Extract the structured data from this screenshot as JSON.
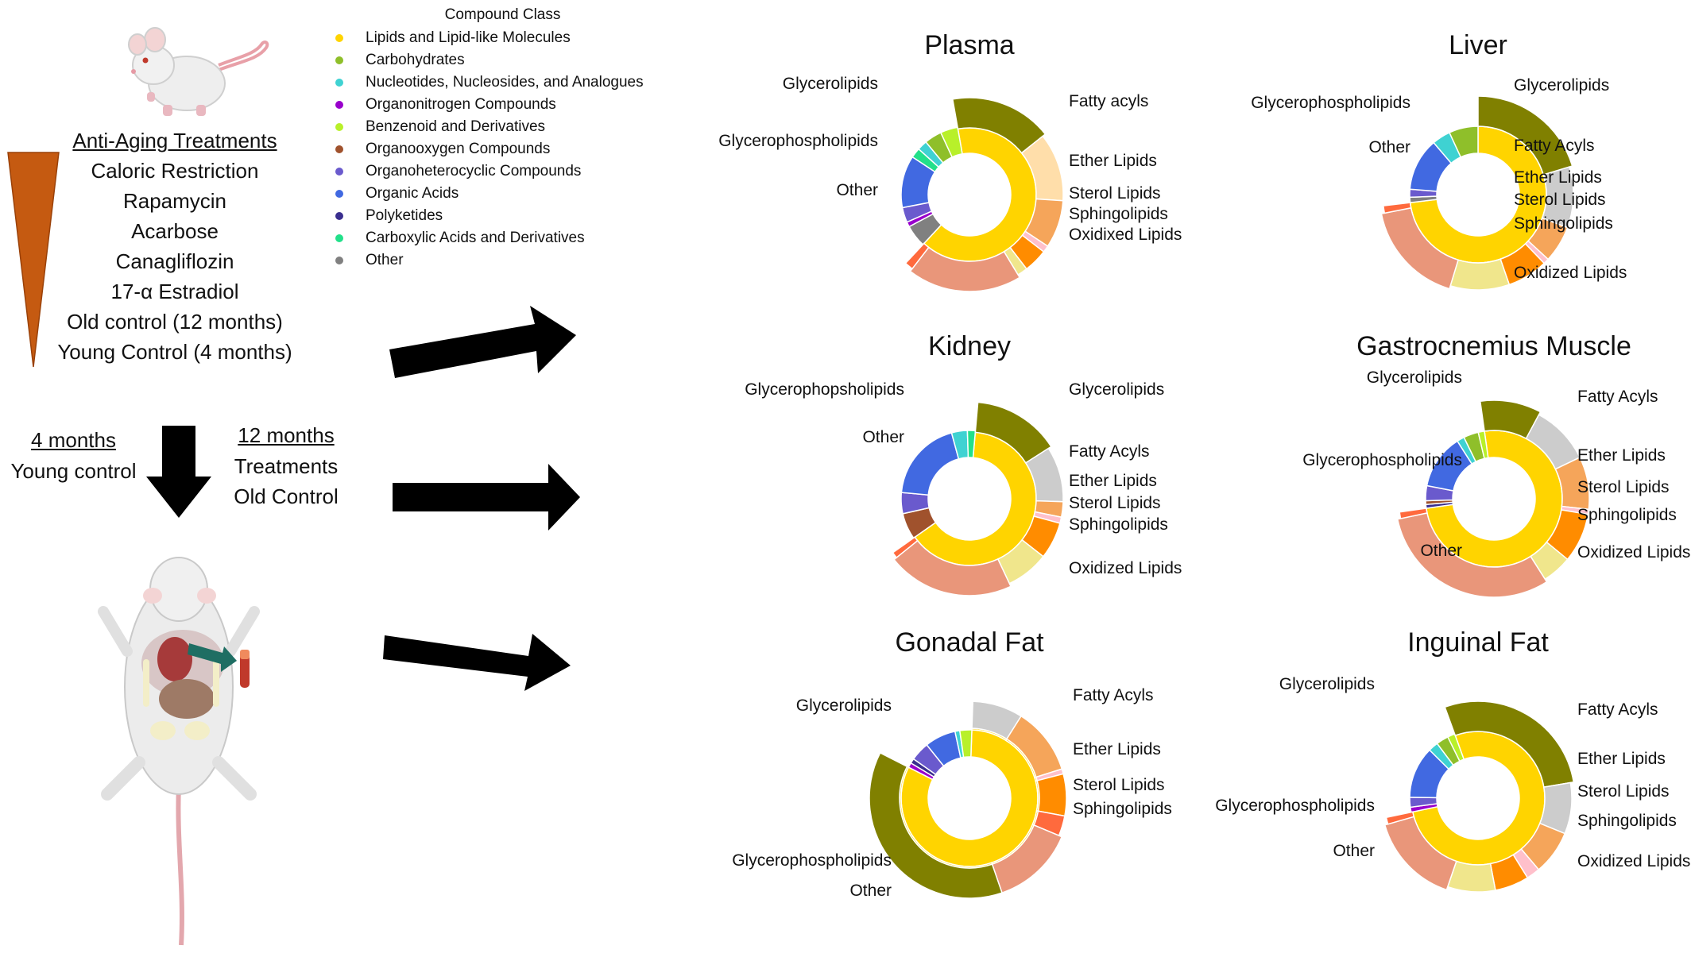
{
  "treatments": {
    "heading": "Anti-Aging Treatments",
    "items": [
      "Caloric Restriction",
      "Rapamycin",
      "Acarbose",
      "Canagliflozin",
      "17-α Estradiol",
      "Old control (12 months)",
      "Young Control (4 months)"
    ]
  },
  "timeline": {
    "left_heading": "4 months",
    "left_label": "Young control",
    "right_heading": "12 months",
    "right_label1": "Treatments",
    "right_label2": "Old Control"
  },
  "legend": {
    "title": "Compound Class",
    "items": [
      {
        "label": "Lipids and Lipid-like Molecules",
        "color": "#ffd400"
      },
      {
        "label": "Carbohydrates",
        "color": "#8fbf2a"
      },
      {
        "label": "Nucleotides, Nucleosides, and Analogues",
        "color": "#3fd2d2"
      },
      {
        "label": "Organonitrogen Compounds",
        "color": "#9900cc"
      },
      {
        "label": "Benzenoid and Derivatives",
        "color": "#b8f02a"
      },
      {
        "label": "Organooxygen Compounds",
        "color": "#a0522d"
      },
      {
        "label": "Organoheterocyclic Compounds",
        "color": "#6a5acd"
      },
      {
        "label": "Organic Acids",
        "color": "#4169e1"
      },
      {
        "label": "Polyketides",
        "color": "#3a2f8f"
      },
      {
        "label": "Carboxylic Acids and Derivatives",
        "color": "#22e08a"
      },
      {
        "label": "Other",
        "color": "#808080"
      }
    ]
  },
  "colors": {
    "Glycerolipids": "#808000",
    "Fatty acyls": "#ffdeaa",
    "Ether Lipids": "#f5a55a",
    "Sterol Lipids": "#ffc0cb",
    "Sphingolipids": "#ff8c00",
    "Oxidized Lipids": "#f0e68c",
    "Glycerophospholipids": "#e9967a",
    "Other": "#ff6a3d"
  },
  "chart_data": [
    {
      "type": "pie",
      "title": "Plasma",
      "segment_labels": [
        {
          "label": "Glycerolipids",
          "side": "left"
        },
        {
          "label": "Fatty acyls",
          "side": "right"
        },
        {
          "label": "Glycerophospholipids",
          "side": "left"
        },
        {
          "label": "Ether Lipids",
          "side": "right"
        },
        {
          "label": "Other",
          "side": "left"
        },
        {
          "label": "Sterol Lipids",
          "side": "right"
        },
        {
          "label": "Sphingolipids",
          "side": "right"
        },
        {
          "label": "Oxidixed Lipids",
          "side": "right"
        }
      ],
      "outer": [
        [
          "Glycerolipids",
          58
        ],
        [
          "Fatty acyls",
          40
        ],
        [
          "Ether Lipids",
          28
        ],
        [
          "Sterol Lipids",
          4
        ],
        [
          "Sphingolipids",
          14
        ],
        [
          "Oxidized Lipids",
          6
        ],
        [
          "Glycerophospholipids",
          65
        ],
        [
          "Other",
          5
        ]
      ],
      "inner": [
        [
          "Lipids and Lipid-like Molecules",
          220
        ],
        [
          "Other",
          18
        ],
        [
          "Organonitrogen Compounds",
          4
        ],
        [
          "Organoheterocyclic Compounds",
          12
        ],
        [
          "Organic Acids",
          42
        ],
        [
          "Carboxylic Acids and Derivatives",
          8
        ],
        [
          "Nucleotides, Nucleosides, and Analogues",
          8
        ],
        [
          "Carbohydrates",
          14
        ],
        [
          "Benzenoid and Derivatives",
          14
        ]
      ]
    },
    {
      "type": "pie",
      "title": "Liver",
      "segment_labels": [
        {
          "label": "Glycerolipids",
          "side": "right"
        },
        {
          "label": "Glycerophospholipids",
          "side": "left"
        },
        {
          "label": "Fatty Acyls",
          "side": "right"
        },
        {
          "label": "Other",
          "side": "left"
        },
        {
          "label": "Ether Lipids",
          "side": "right"
        },
        {
          "label": "Sterol Lipids",
          "side": "right"
        },
        {
          "label": "Sphingolipids",
          "side": "right"
        },
        {
          "label": "Oxidized Lipids",
          "side": "right"
        }
      ],
      "outer": [
        [
          "Glycerolipids",
          65
        ],
        [
          "Fatty Acyls",
          33
        ],
        [
          "Ether Lipids",
          20
        ],
        [
          "Sterol Lipids",
          3
        ],
        [
          "Sphingolipids",
          22
        ],
        [
          "Oxidized Lipids",
          32
        ],
        [
          "Glycerophospholipids",
          55
        ],
        [
          "Other",
          4
        ]
      ],
      "inner": [
        [
          "Lipids and Lipid-like Molecules",
          234
        ],
        [
          "Other",
          4
        ],
        [
          "Organoheterocyclic Compounds",
          6
        ],
        [
          "Organic Acids",
          40
        ],
        [
          "Nucleotides, Nucleosides, and Analogues",
          14
        ],
        [
          "Carbohydrates",
          22
        ]
      ]
    },
    {
      "type": "pie",
      "title": "Kidney",
      "segment_labels": [
        {
          "label": "Glycerophopsholipids",
          "side": "left"
        },
        {
          "label": "Glycerolipids",
          "side": "right"
        },
        {
          "label": "Other",
          "side": "left"
        },
        {
          "label": "Fatty Acyls",
          "side": "right"
        },
        {
          "label": "Ether Lipids",
          "side": "right"
        },
        {
          "label": "Sterol Lipids",
          "side": "right"
        },
        {
          "label": "Sphingolipids",
          "side": "right"
        },
        {
          "label": "Oxidized Lipids",
          "side": "right"
        }
      ],
      "outer": [
        [
          "Glycerolipids",
          55
        ],
        [
          "Fatty Acyls",
          36
        ],
        [
          "Ether Lipids",
          10
        ],
        [
          "Sterol Lipids",
          4
        ],
        [
          "Sphingolipids",
          24
        ],
        [
          "Oxidized Lipids",
          28
        ],
        [
          "Glycerophospholipids",
          80
        ],
        [
          "Other",
          4
        ]
      ],
      "inner": [
        [
          "Lipids and Lipid-like Molecules",
          205
        ],
        [
          "Organooxygen Compounds",
          20
        ],
        [
          "Organoheterocyclic Compounds",
          16
        ],
        [
          "Organic Acids",
          62
        ],
        [
          "Nucleotides, Nucleosides, and Analogues",
          12
        ],
        [
          "Carboxylic Acids and Derivatives",
          6
        ]
      ]
    },
    {
      "type": "pie",
      "title": "Gastrocnemius Muscle",
      "segment_labels": [
        {
          "label": "Glycerolipids",
          "side": "left"
        },
        {
          "label": "Fatty Acyls",
          "side": "right"
        },
        {
          "label": "Glycerophospholipids",
          "side": "left"
        },
        {
          "label": "Ether Lipids",
          "side": "right"
        },
        {
          "label": "Sterol Lipids",
          "side": "right"
        },
        {
          "label": "Sphingolipids",
          "side": "right"
        },
        {
          "label": "Other",
          "side": "left"
        },
        {
          "label": "Oxidized Lipids",
          "side": "right"
        }
      ],
      "outer": [
        [
          "Glycerolipids",
          36
        ],
        [
          "Fatty Acyls",
          36
        ],
        [
          "Ether Lipids",
          32
        ],
        [
          "Sterol Lipids",
          3
        ],
        [
          "Sphingolipids",
          30
        ],
        [
          "Oxidized Lipids",
          18
        ],
        [
          "Glycerophospholipids",
          110
        ],
        [
          "Other",
          4
        ]
      ],
      "inner": [
        [
          "Lipids and Lipid-like Molecules",
          255
        ],
        [
          "Polyketides",
          3
        ],
        [
          "Organooxygen Compounds",
          3
        ],
        [
          "Organoheterocyclic Compounds",
          12
        ],
        [
          "Organic Acids",
          44
        ],
        [
          "Nucleotides, Nucleosides, and Analogues",
          6
        ],
        [
          "Carbohydrates",
          12
        ],
        [
          "Benzenoid and Derivatives",
          5
        ]
      ]
    },
    {
      "type": "pie",
      "title": "Gonadal Fat",
      "segment_labels": [
        {
          "label": "Fatty Acyls",
          "side": "right"
        },
        {
          "label": "Glycerolipids",
          "side": "left"
        },
        {
          "label": "Ether Lipids",
          "side": "right"
        },
        {
          "label": "Sterol Lipids",
          "side": "right"
        },
        {
          "label": "Sphingolipids",
          "side": "right"
        },
        {
          "label": "Glycerophospholipids",
          "side": "left"
        },
        {
          "label": "Other",
          "side": "left"
        }
      ],
      "outer": [
        [
          "Fatty Acyls",
          30
        ],
        [
          "Ether Lipids",
          40
        ],
        [
          "Sterol Lipids",
          3
        ],
        [
          "Sphingolipids",
          25
        ],
        [
          "Other",
          12
        ],
        [
          "Glycerophospholipids",
          48
        ],
        [
          "Glycerolipids",
          135
        ]
      ],
      "inner": [
        [
          "Lipids and Lipid-like Molecules",
          290
        ],
        [
          "Organonitrogen Compounds",
          4
        ],
        [
          "Polyketides",
          4
        ],
        [
          "Organoheterocyclic Compounds",
          16
        ],
        [
          "Organic Acids",
          26
        ],
        [
          "Nucleotides, Nucleosides, and Analogues",
          4
        ],
        [
          "Benzenoid and Derivatives",
          10
        ]
      ]
    },
    {
      "type": "pie",
      "title": "Inguinal Fat",
      "segment_labels": [
        {
          "label": "Glycerolipids",
          "side": "left"
        },
        {
          "label": "Fatty Acyls",
          "side": "right"
        },
        {
          "label": "Ether Lipids",
          "side": "right"
        },
        {
          "label": "Sterol Lipids",
          "side": "right"
        },
        {
          "label": "Glycerophospholipids",
          "side": "left"
        },
        {
          "label": "Sphingolipids",
          "side": "right"
        },
        {
          "label": "Other",
          "side": "left"
        },
        {
          "label": "Oxidized Lipids",
          "side": "right"
        }
      ],
      "outer": [
        [
          "Glycerolipids",
          95
        ],
        [
          "Fatty Acyls",
          30
        ],
        [
          "Ether Lipids",
          26
        ],
        [
          "Sterol Lipids",
          8
        ],
        [
          "Sphingolipids",
          20
        ],
        [
          "Oxidized Lipids",
          28
        ],
        [
          "Glycerophospholipids",
          52
        ],
        [
          "Other",
          4
        ]
      ],
      "inner": [
        [
          "Lipids and Lipid-like Molecules",
          265
        ],
        [
          "Organonitrogen Compounds",
          4
        ],
        [
          "Organoheterocyclic Compounds",
          8
        ],
        [
          "Organic Acids",
          42
        ],
        [
          "Nucleotides, Nucleosides, and Analogues",
          8
        ],
        [
          "Carbohydrates",
          10
        ],
        [
          "Benzenoid and Derivatives",
          6
        ]
      ]
    }
  ]
}
